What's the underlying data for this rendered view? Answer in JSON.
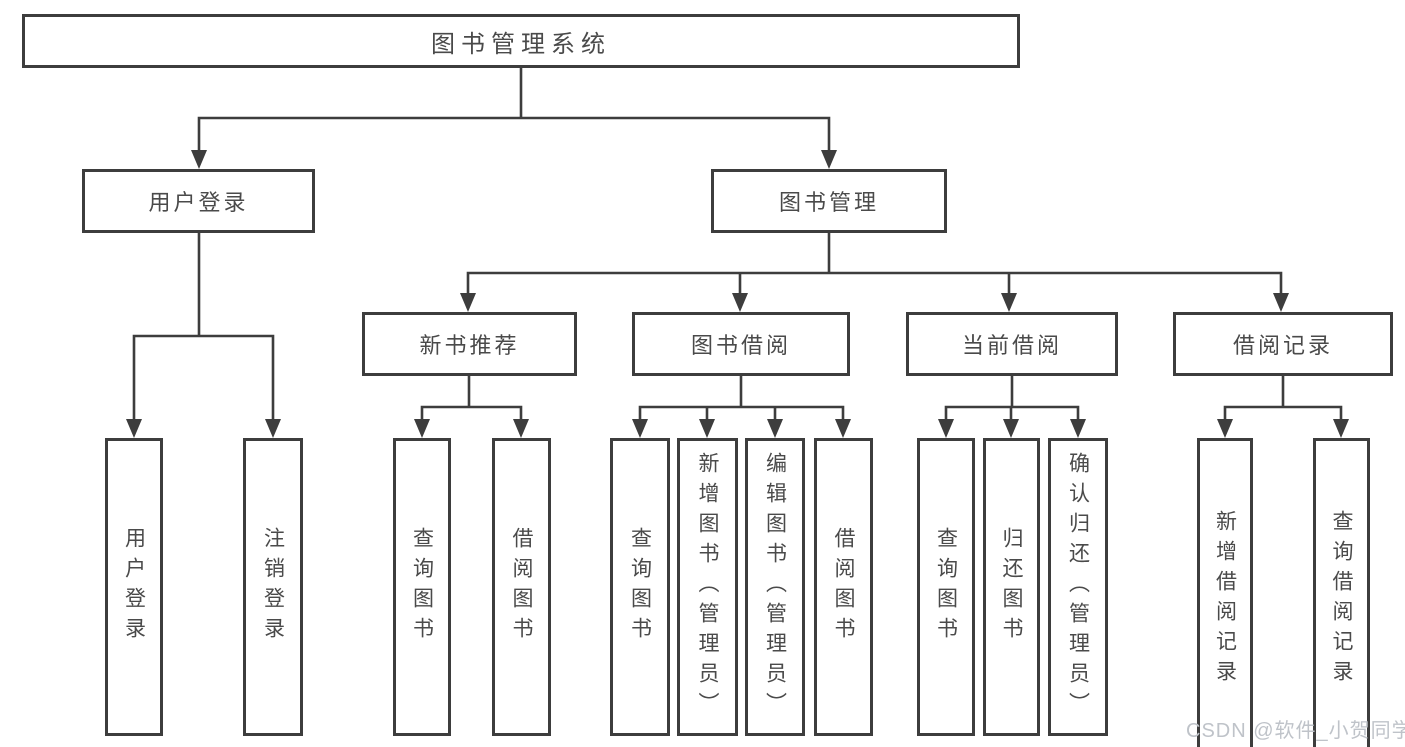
{
  "colors": {
    "line": "#3d3d3d",
    "box_border": "#3d3d3d",
    "text": "#4a4a4a",
    "watermark_text": "#bfc3c9"
  },
  "tree": {
    "root": {
      "label": "图书管理系统"
    },
    "branches": [
      {
        "label": "用户登录",
        "children": [
          {
            "label": "用户登录"
          },
          {
            "label": "注销登录"
          }
        ]
      },
      {
        "label": "图书管理",
        "children": [
          {
            "label": "新书推荐",
            "children": [
              {
                "label": "查询图书"
              },
              {
                "label": "借阅图书"
              }
            ]
          },
          {
            "label": "图书借阅",
            "children": [
              {
                "label": "查询图书"
              },
              {
                "label": "新增图书（管理员）"
              },
              {
                "label": "编辑图书（管理员）"
              },
              {
                "label": "借阅图书"
              }
            ]
          },
          {
            "label": "当前借阅",
            "children": [
              {
                "label": "查询图书"
              },
              {
                "label": "归还图书"
              },
              {
                "label": "确认归还（管理员）"
              }
            ]
          },
          {
            "label": "借阅记录",
            "children": [
              {
                "label": "新增借阅记录"
              },
              {
                "label": "查询借阅记录"
              }
            ]
          }
        ]
      }
    ]
  },
  "watermark": {
    "text": "CSDN @软件_小贺同学"
  }
}
